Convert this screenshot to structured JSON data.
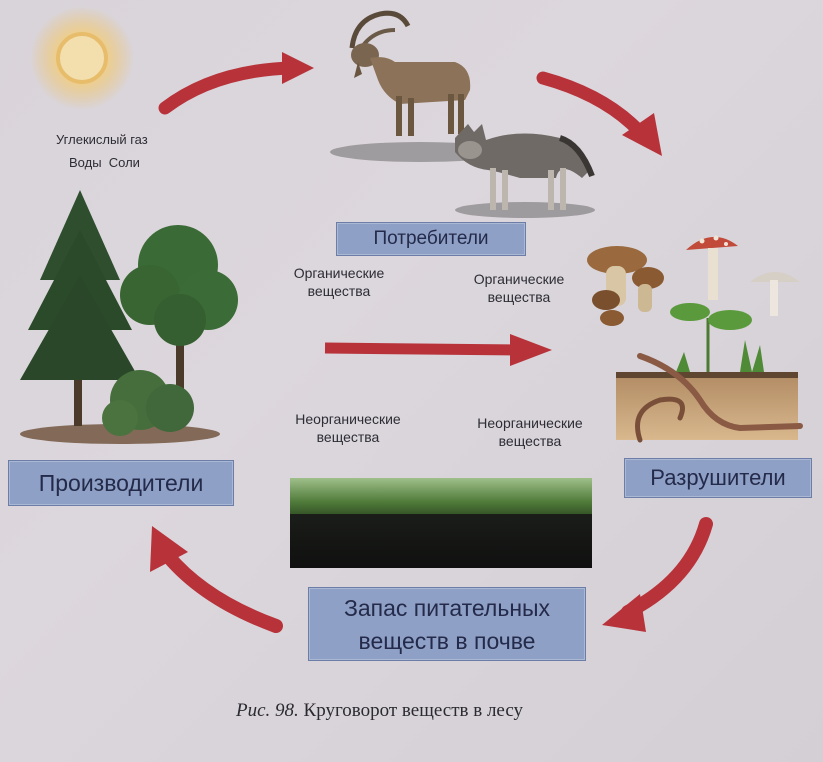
{
  "inputs": {
    "line1": "Углекислый газ",
    "line2": "Воды  Соли"
  },
  "nodes": {
    "consumers": "Потребители",
    "producers": "Производители",
    "decomposers": "Разрушители",
    "soil_line1": "Запас питательных",
    "soil_line2": "веществ в почве"
  },
  "labels": {
    "organic_left_1": "Органические",
    "organic_left_2": "вещества",
    "organic_right_1": "Органические",
    "organic_right_2": "вещества",
    "inorganic_left_1": "Неорганические",
    "inorganic_left_2": "вещества",
    "inorganic_right_1": "Неорганические",
    "inorganic_right_2": "вещества"
  },
  "caption": {
    "prefix": "Рис. 98.",
    "title": "Круговорот веществ в лесу"
  },
  "colors": {
    "arrow": "#b8323a",
    "label_fill": "#8fa0c6",
    "label_text": "#242a4a"
  },
  "icons": [
    "sun-icon",
    "goat-icon",
    "wolf-icon",
    "conifer-tree-icon",
    "deciduous-tree-icon",
    "shrub-icon",
    "mushrooms-icon",
    "fly-agaric-icon",
    "sprout-icon",
    "worm-icon",
    "soil-block-icon"
  ]
}
